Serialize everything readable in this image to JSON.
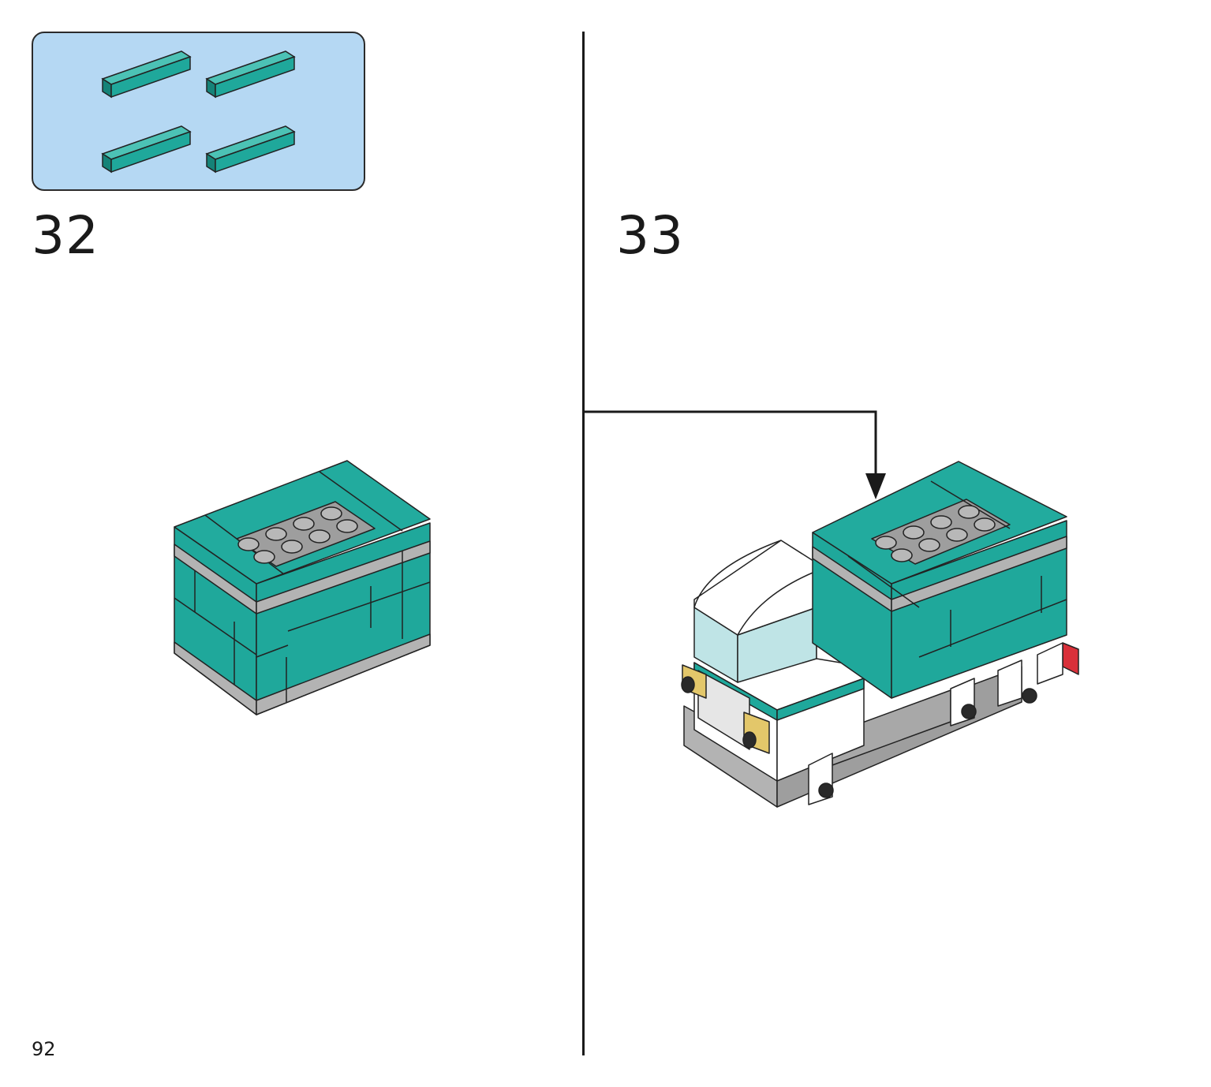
{
  "page": {
    "number": "92"
  },
  "steps": [
    {
      "number": "32",
      "parts_needed": {
        "count": 4,
        "part": "1x4 tile",
        "color": "#1fa89b"
      }
    },
    {
      "number": "33"
    }
  ],
  "colors": {
    "teal": "#1fa89b",
    "teal_dark": "#158378",
    "gray": "#b3b3b3",
    "stud_gray": "#9e9e9e",
    "white": "#ffffff",
    "yellow": "#e3c76a",
    "red": "#d9303a",
    "window": "#bfe4e6",
    "callout_bg": "#b5d8f3"
  }
}
